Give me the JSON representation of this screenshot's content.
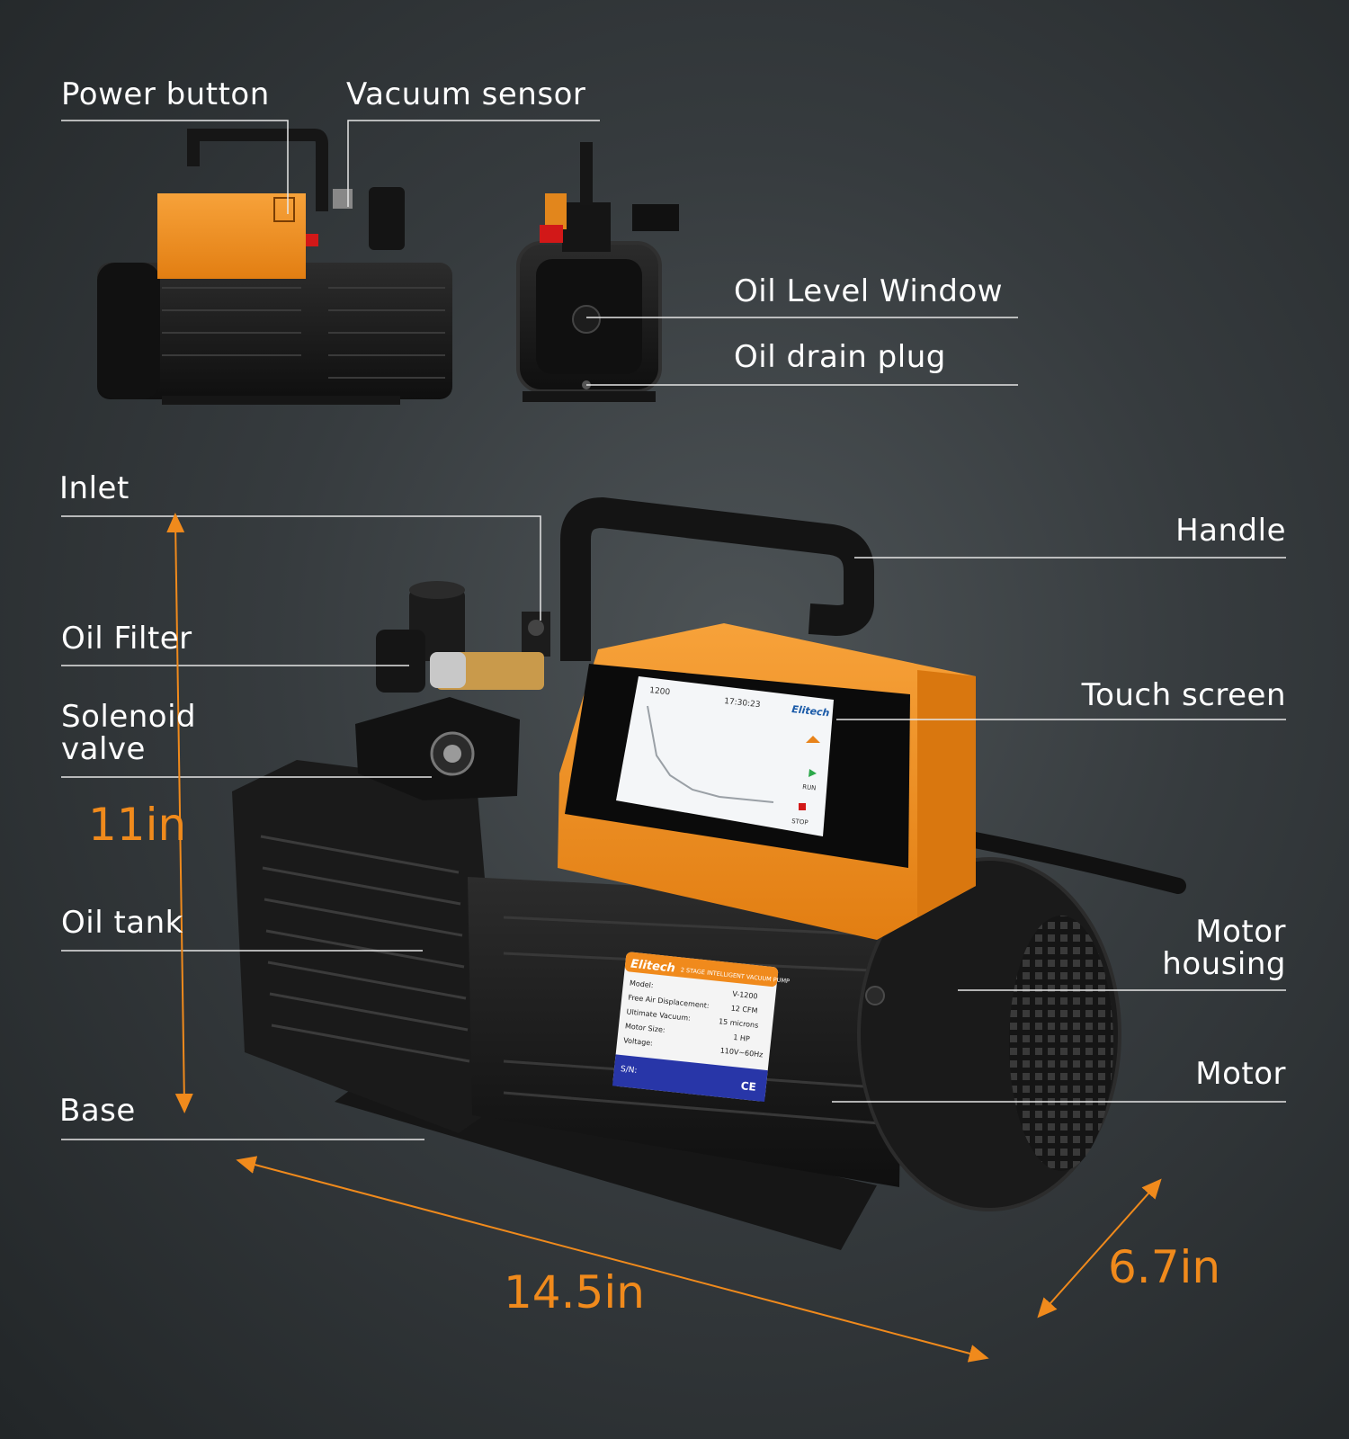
{
  "colors": {
    "accent": "#f08a1c",
    "pump_body": "#1b1b1b",
    "housing_orange": "#f3941f",
    "label_text": "#ffffff",
    "leader_line": "#e6e6e6"
  },
  "labels": {
    "power_button": "Power button",
    "vacuum_sensor": "Vacuum sensor",
    "oil_level_window": "Oil Level Window",
    "oil_drain_plug": "Oil drain plug",
    "inlet": "Inlet",
    "handle": "Handle",
    "oil_filter": "Oil Filter",
    "touch_screen": "Touch screen",
    "solenoid_valve": "Solenoid\nvalve",
    "oil_tank": "Oil tank",
    "motor_housing": "Motor\nhousing",
    "motor": "Motor",
    "base": "Base"
  },
  "dimensions": {
    "height": "11in",
    "length": "14.5in",
    "width": "6.7in"
  },
  "screen": {
    "model_readout": "1200",
    "time": "17:30:23",
    "brand": "Elitech",
    "run": "RUN",
    "stop": "STOP"
  },
  "nameplate": {
    "brand": "Elitech",
    "title": "2 STAGE INTELLIGENT VACUUM PUMP",
    "rows": [
      {
        "k": "Model:",
        "v": "V-1200"
      },
      {
        "k": "Free Air Displacement:",
        "v": "12   CFM"
      },
      {
        "k": "Ultimate Vacuum:",
        "v": "15   microns"
      },
      {
        "k": "Motor Size:",
        "v": "1   HP"
      },
      {
        "k": "Voltage:",
        "v": "110V~60Hz"
      }
    ],
    "serial": "S/N:",
    "mark": "CE"
  }
}
